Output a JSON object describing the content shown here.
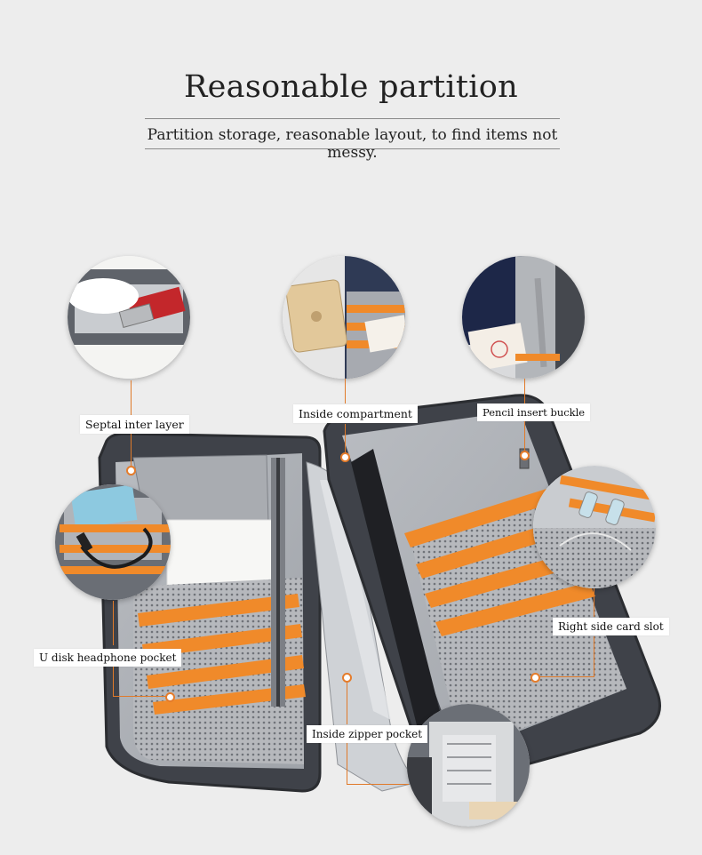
{
  "header": {
    "title": "Reasonable partition",
    "subtitle": "Partition storage, reasonable layout, to find items not messy."
  },
  "callouts": {
    "septal": "Septal inter layer",
    "inside_compartment": "Inside compartment",
    "pencil": "Pencil insert buckle",
    "u_disk": "U disk headphone pocket",
    "right_slot": "Right side card slot",
    "zipper": "Inside zipper pocket"
  },
  "colors": {
    "accent": "#e57c2b",
    "case_gray": "#5a5e66",
    "mesh": "#9ea1a6",
    "strap": "#f08a2a",
    "background": "#ededed"
  }
}
